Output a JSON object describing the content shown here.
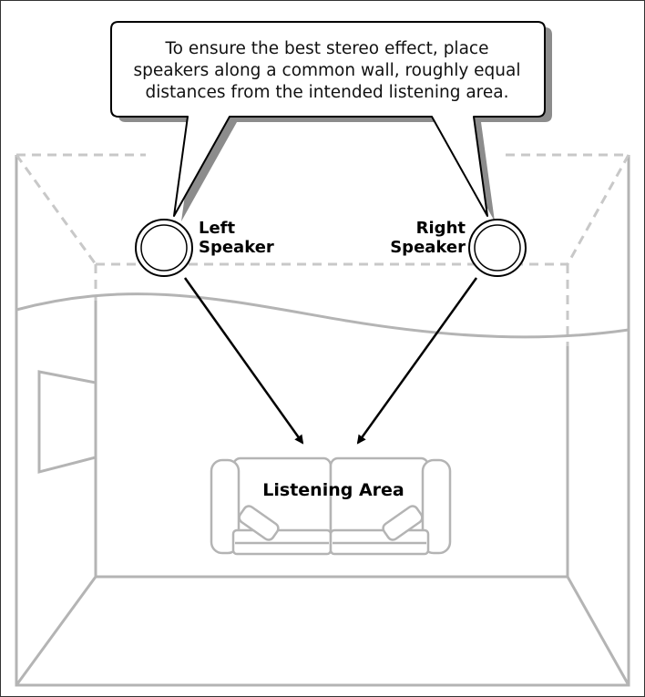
{
  "callout": {
    "lines": [
      "To ensure the best stereo effect, place",
      "speakers along a common wall, roughly equal",
      "distances from the intended listening area."
    ]
  },
  "speakers": {
    "left": {
      "line1": "Left",
      "line2": "Speaker"
    },
    "right": {
      "line1": "Right",
      "line2": "Speaker"
    }
  },
  "listening_area": {
    "label": "Listening Area"
  },
  "colors": {
    "room_line": "#b4b4b4",
    "dashed_line": "#c8c8c8",
    "arrow": "#000000",
    "bubble_shadow": "#8c8c8c"
  }
}
